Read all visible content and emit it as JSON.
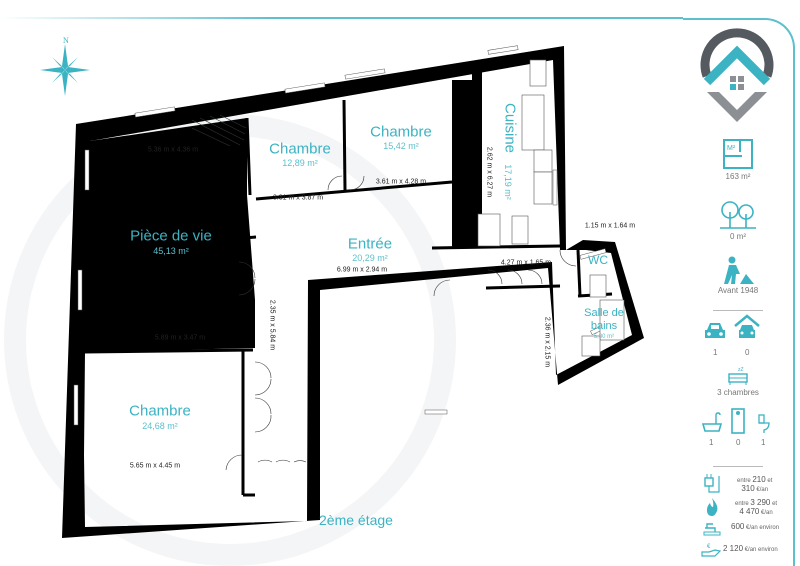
{
  "compass": {
    "label": "N",
    "icon": "compass-rose-icon"
  },
  "floor_label": "2ème étage",
  "rooms": [
    {
      "name": "Pièce de vie",
      "area": "45,13 m²",
      "dims": [
        "5.36 m x 4.36 m",
        "5.89 m x 3.47 m"
      ]
    },
    {
      "name": "Chambre",
      "area": "12,89 m²",
      "dims": [
        "3.31 m x 3.87 m"
      ]
    },
    {
      "name": "Chambre",
      "area": "15,42 m²",
      "dims": [
        "3.61 m x 4.28 m"
      ]
    },
    {
      "name": "Cuisine",
      "area": "17,19 m²",
      "dims": [
        "2.62 m x 6.27 m"
      ]
    },
    {
      "name": "Entrée",
      "area": "20,29 m²",
      "dims": [
        "6.99 m x 2.94 m",
        "2.35 m x 5.84 m",
        "4.27 m x 1.65 m"
      ]
    },
    {
      "name": "WC",
      "area": "",
      "dims": [
        "1.15 m x 1.64 m"
      ]
    },
    {
      "name": "Salle de bains",
      "area": "5,80 m²",
      "dims": [
        "2.36 m x 2.15 m"
      ]
    },
    {
      "name": "Chambre",
      "area": "24,68 m²",
      "dims": [
        "5.65 m x 4.45 m"
      ]
    }
  ],
  "sidebar": {
    "logo": "house-pin-logo-icon",
    "surface": {
      "icon": "floorplan-m2-icon",
      "value": "163 m²"
    },
    "garden": {
      "icon": "trees-icon",
      "value": "0 m²"
    },
    "construction": {
      "icon": "worker-icon",
      "value": "Avant 1948"
    },
    "parking": {
      "icon_outdoor": "car-icon",
      "icon_garage": "garage-car-icon",
      "outdoor": "1",
      "garage": "0"
    },
    "bedrooms": {
      "icon": "bed-icon",
      "value": "3 chambres"
    },
    "bathrooms": {
      "bath_icon": "bathtub-icon",
      "shower_icon": "shower-icon",
      "toilet_icon": "toilet-icon",
      "bath": "1",
      "shower": "0",
      "toilet": "1"
    },
    "energy": {
      "electricity": {
        "icon": "plug-icon",
        "prefix": "entre",
        "from": "210",
        "mid": "et",
        "to": "310",
        "unit": "€/an"
      },
      "gas": {
        "icon": "flame-icon",
        "prefix": "entre",
        "from": "3 290",
        "mid": "et",
        "to": "4 470",
        "unit": "€/an"
      },
      "water": {
        "icon": "faucet-icon",
        "value": "600",
        "unit": "€/an environ"
      },
      "tax": {
        "icon": "hand-euro-icon",
        "value": "2 120",
        "unit": "€/an environ"
      }
    }
  },
  "colors": {
    "accent": "#3bb3c3",
    "wall": "#000000",
    "logo_gray": "#555a60"
  }
}
